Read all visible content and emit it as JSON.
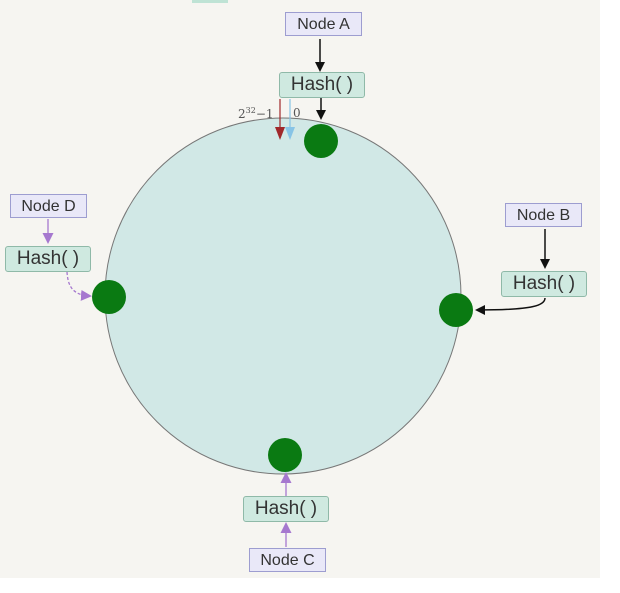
{
  "nodes": {
    "a": {
      "label": "Node A",
      "hash": "Hash( )"
    },
    "b": {
      "label": "Node B",
      "hash": "Hash( )"
    },
    "c": {
      "label": "Node C",
      "hash": "Hash( )"
    },
    "d": {
      "label": "Node D",
      "hash": "Hash( )"
    }
  },
  "ring_markers": {
    "max_base": "2",
    "max_exp": "32",
    "max_suffix": "−1",
    "zero": "0"
  },
  "colors": {
    "ring_fill": "#d1e8e6",
    "node_dot": "#0a7a12",
    "node_box_bg": "#e9e8f8",
    "hash_box_bg": "#cfe9e0",
    "arrow_black": "#111111",
    "arrow_purple": "#a678cf",
    "marker_red": "#a0282b",
    "marker_blue": "#87c4e6"
  }
}
